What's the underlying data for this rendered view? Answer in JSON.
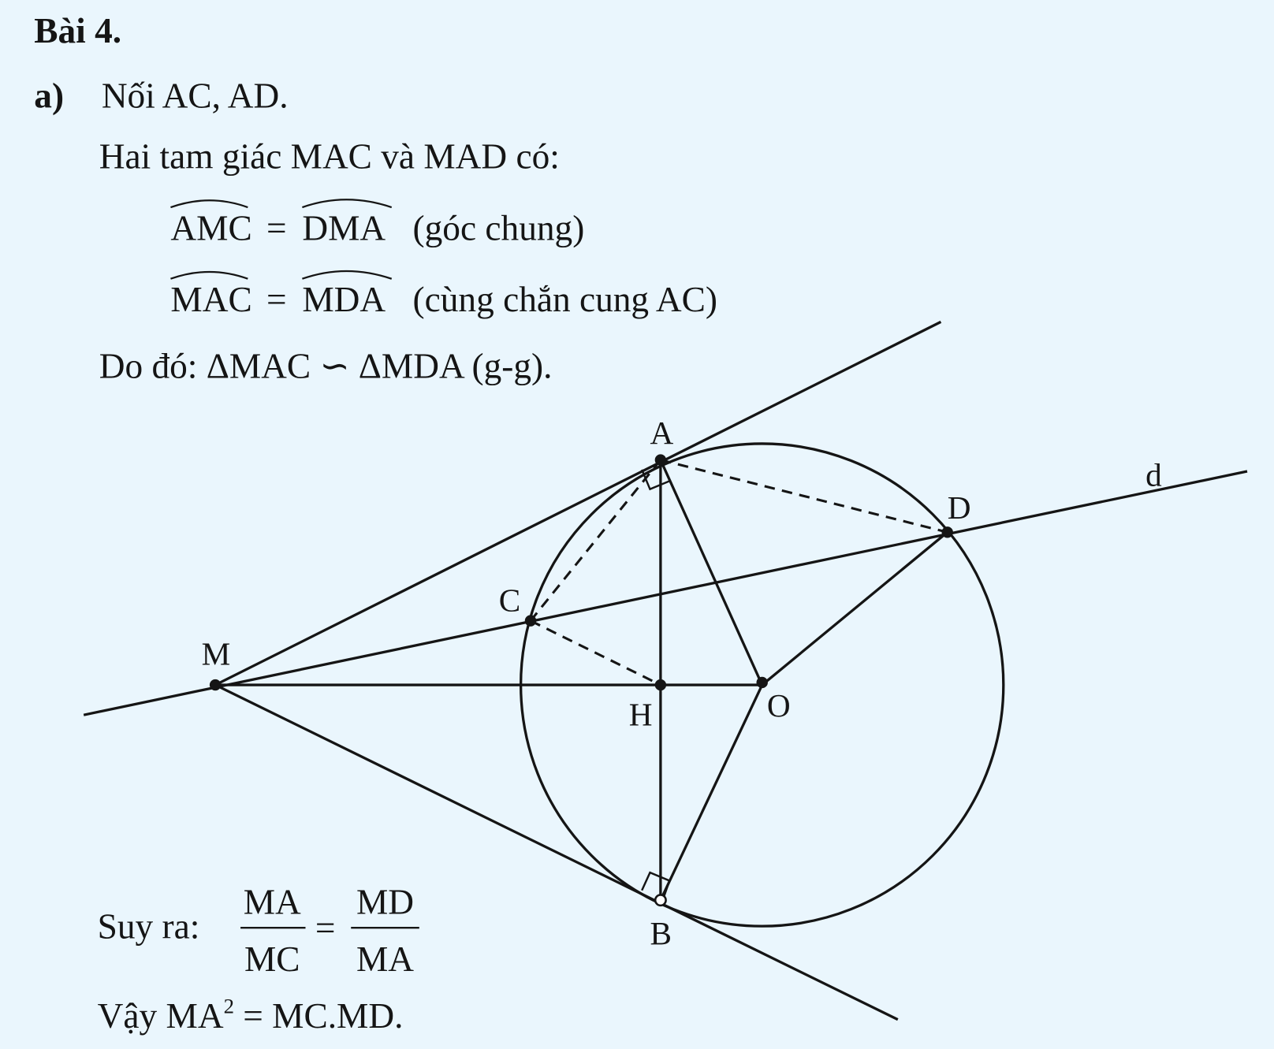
{
  "title": "Bài 4.",
  "part_a": {
    "label": "a)",
    "step1": "Nối AC, AD.",
    "intro": "Hai tam giác MAC và MAD có:",
    "eq1": {
      "left": "AMC",
      "eq": "=",
      "right": "DMA",
      "reason": "(góc chung)"
    },
    "eq2": {
      "left": "MAC",
      "eq": "=",
      "right": "MDA",
      "reason": "(cùng chắn cung AC)"
    },
    "conclusion": "Do đó: ΔMAC ∽ ΔMDA (g-g).",
    "deduce_label": "Suy ra:",
    "frac1": {
      "num": "MA",
      "den": "MC"
    },
    "frac_eq": "=",
    "frac2": {
      "num": "MD",
      "den": "MA"
    },
    "final_prefix": "Vậy MA",
    "final_exp": "2",
    "final_suffix": " = MC.MD."
  },
  "diagram": {
    "points": {
      "A": "A",
      "B": "B",
      "C": "C",
      "D": "D",
      "H": "H",
      "M": "M",
      "O": "O"
    },
    "line_label": "d"
  }
}
